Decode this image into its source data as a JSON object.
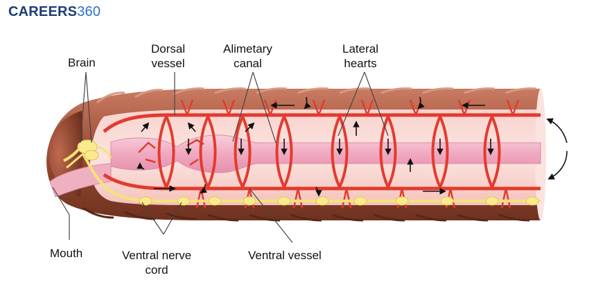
{
  "brand": {
    "name": "CAREERS",
    "number": "360"
  },
  "labels": {
    "brain": "Brain",
    "dorsal_vessel": [
      "Dorsal",
      "vessel"
    ],
    "alimentary_canal": [
      "Alimetary",
      "canal"
    ],
    "lateral_hearts": [
      "Lateral",
      "hearts"
    ],
    "mouth": "Mouth",
    "ventral_nerve_cord": [
      "Ventral nerve",
      "cord"
    ],
    "ventral_vessel": "Ventral vessel"
  },
  "colors": {
    "body_dark": "#7a3a22",
    "body_mid": "#a85a3c",
    "body_pink": "#f7c9c4",
    "vessel_red": "#e23b2e",
    "gut_pink": "#f2b6c8",
    "nerve_yellow": "#f7e98a",
    "text": "#111111"
  }
}
